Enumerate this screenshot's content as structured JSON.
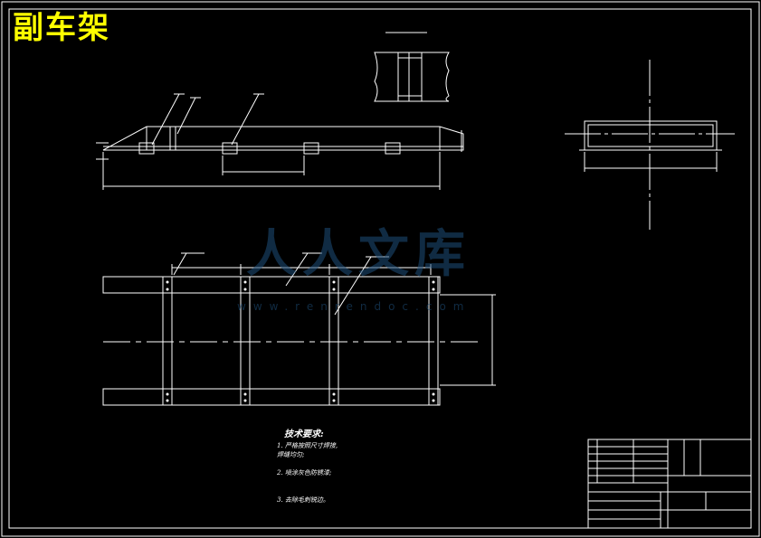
{
  "title": "副车架",
  "tech_requirements": {
    "heading": "技术要求:",
    "items": [
      "1. 严格按照尺寸焊接, 焊缝均匀;",
      "2. 喷涂灰色防锈漆;",
      "3. 去除毛刺锐边。"
    ]
  },
  "watermark": {
    "text": "人人文库",
    "url": "www.renrendoc.com"
  },
  "colors": {
    "background": "#000000",
    "line": "#ffffff",
    "title": "#ffff00",
    "watermark": "#1e4f7a"
  }
}
